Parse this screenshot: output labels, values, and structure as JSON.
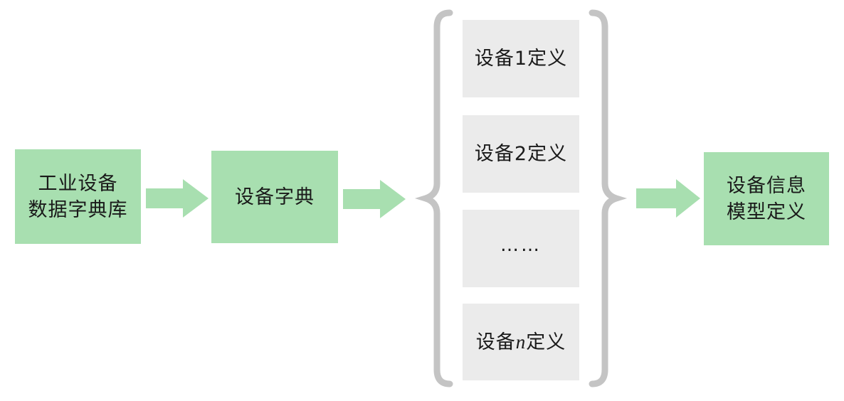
{
  "colors": {
    "box_green": "#a8dfb0",
    "box_grey": "#ebebeb",
    "arrow_green": "#a8dfb0",
    "brace_grey": "#c4c4c4",
    "text": "#1a1a1a"
  },
  "nodes": {
    "source": {
      "line1": "工业设备",
      "line2": "数据字典库"
    },
    "dictionary": {
      "label": "设备字典"
    },
    "definitions": {
      "def_1": "设备1定义",
      "def_2": "设备2定义",
      "ellipsis": "……",
      "def_n_prefix": "设备",
      "def_n_var": "n",
      "def_n_suffix": "定义"
    },
    "model": {
      "line1": "设备信息",
      "line2": "模型定义"
    }
  },
  "edges": [
    {
      "from": "source",
      "to": "dictionary",
      "icon": "arrow-right-icon"
    },
    {
      "from": "dictionary",
      "to": "definitions",
      "icon": "arrow-right-icon"
    },
    {
      "from": "definitions",
      "to": "model",
      "icon": "arrow-right-icon"
    }
  ]
}
